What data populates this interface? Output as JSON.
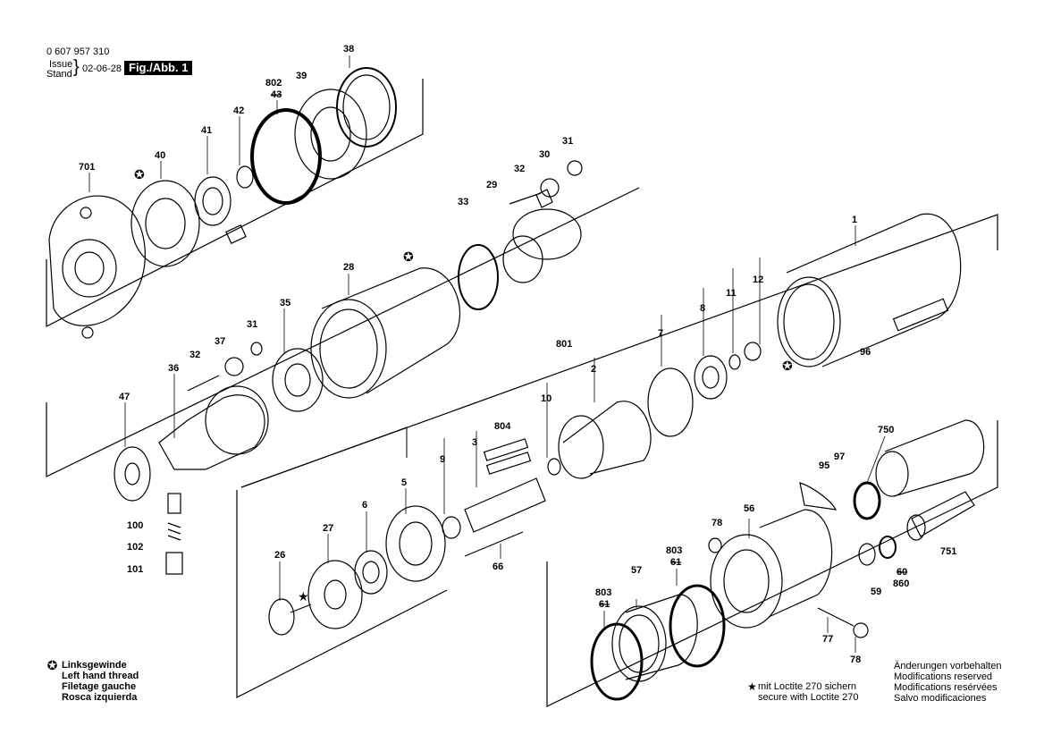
{
  "header": {
    "doc_number": "0 607 957 310",
    "issue_label": "Issue",
    "stand_label": "Stand",
    "issue_date": "02-06-28",
    "fig_label": "Fig./Abb. 1"
  },
  "part_labels": [
    {
      "id": "38",
      "text": "38"
    },
    {
      "id": "802",
      "text": "802"
    },
    {
      "id": "43",
      "text": "43"
    },
    {
      "id": "39",
      "text": "39"
    },
    {
      "id": "42",
      "text": "42"
    },
    {
      "id": "41",
      "text": "41"
    },
    {
      "id": "40",
      "text": "40"
    },
    {
      "id": "701",
      "text": "701"
    },
    {
      "id": "31a",
      "text": "31"
    },
    {
      "id": "30",
      "text": "30"
    },
    {
      "id": "32a",
      "text": "32"
    },
    {
      "id": "29",
      "text": "29"
    },
    {
      "id": "33",
      "text": "33"
    },
    {
      "id": "28",
      "text": "28"
    },
    {
      "id": "35",
      "text": "35"
    },
    {
      "id": "31b",
      "text": "31"
    },
    {
      "id": "37",
      "text": "37"
    },
    {
      "id": "32b",
      "text": "32"
    },
    {
      "id": "36",
      "text": "36"
    },
    {
      "id": "47",
      "text": "47"
    },
    {
      "id": "100",
      "text": "100"
    },
    {
      "id": "102",
      "text": "102"
    },
    {
      "id": "101",
      "text": "101"
    },
    {
      "id": "1",
      "text": "1"
    },
    {
      "id": "12",
      "text": "12"
    },
    {
      "id": "11",
      "text": "11"
    },
    {
      "id": "8",
      "text": "8"
    },
    {
      "id": "7",
      "text": "7"
    },
    {
      "id": "801",
      "text": "801"
    },
    {
      "id": "2",
      "text": "2"
    },
    {
      "id": "10",
      "text": "10"
    },
    {
      "id": "804",
      "text": "804"
    },
    {
      "id": "3",
      "text": "3"
    },
    {
      "id": "9",
      "text": "9"
    },
    {
      "id": "5",
      "text": "5"
    },
    {
      "id": "6",
      "text": "6"
    },
    {
      "id": "96",
      "text": "96"
    },
    {
      "id": "27",
      "text": "27"
    },
    {
      "id": "26",
      "text": "26"
    },
    {
      "id": "66",
      "text": "66"
    },
    {
      "id": "750",
      "text": "750"
    },
    {
      "id": "97",
      "text": "97"
    },
    {
      "id": "95",
      "text": "95"
    },
    {
      "id": "78a",
      "text": "78"
    },
    {
      "id": "56",
      "text": "56"
    },
    {
      "id": "803a",
      "text": "803"
    },
    {
      "id": "61a",
      "text": "61"
    },
    {
      "id": "57",
      "text": "57"
    },
    {
      "id": "803b",
      "text": "803"
    },
    {
      "id": "61b",
      "text": "61"
    },
    {
      "id": "751",
      "text": "751"
    },
    {
      "id": "59",
      "text": "59"
    },
    {
      "id": "60",
      "text": "60"
    },
    {
      "id": "860",
      "text": "860"
    },
    {
      "id": "77",
      "text": "77"
    },
    {
      "id": "78b",
      "text": "78"
    }
  ],
  "legend_thread": {
    "symbol": "✪",
    "lines": [
      "Linksgewinde",
      "Left hand thread",
      "Filetage gauche",
      "Rosca izquierda"
    ]
  },
  "legend_loctite": {
    "symbol": "★",
    "lines": [
      "mit Loctite 270 sichern",
      "secure with Loctite 270"
    ]
  },
  "footer_notice": {
    "lines": [
      "Änderungen vorbehalten",
      "Modifications reserved",
      "Modifications resérvées",
      "Salvo modificaciones"
    ]
  }
}
